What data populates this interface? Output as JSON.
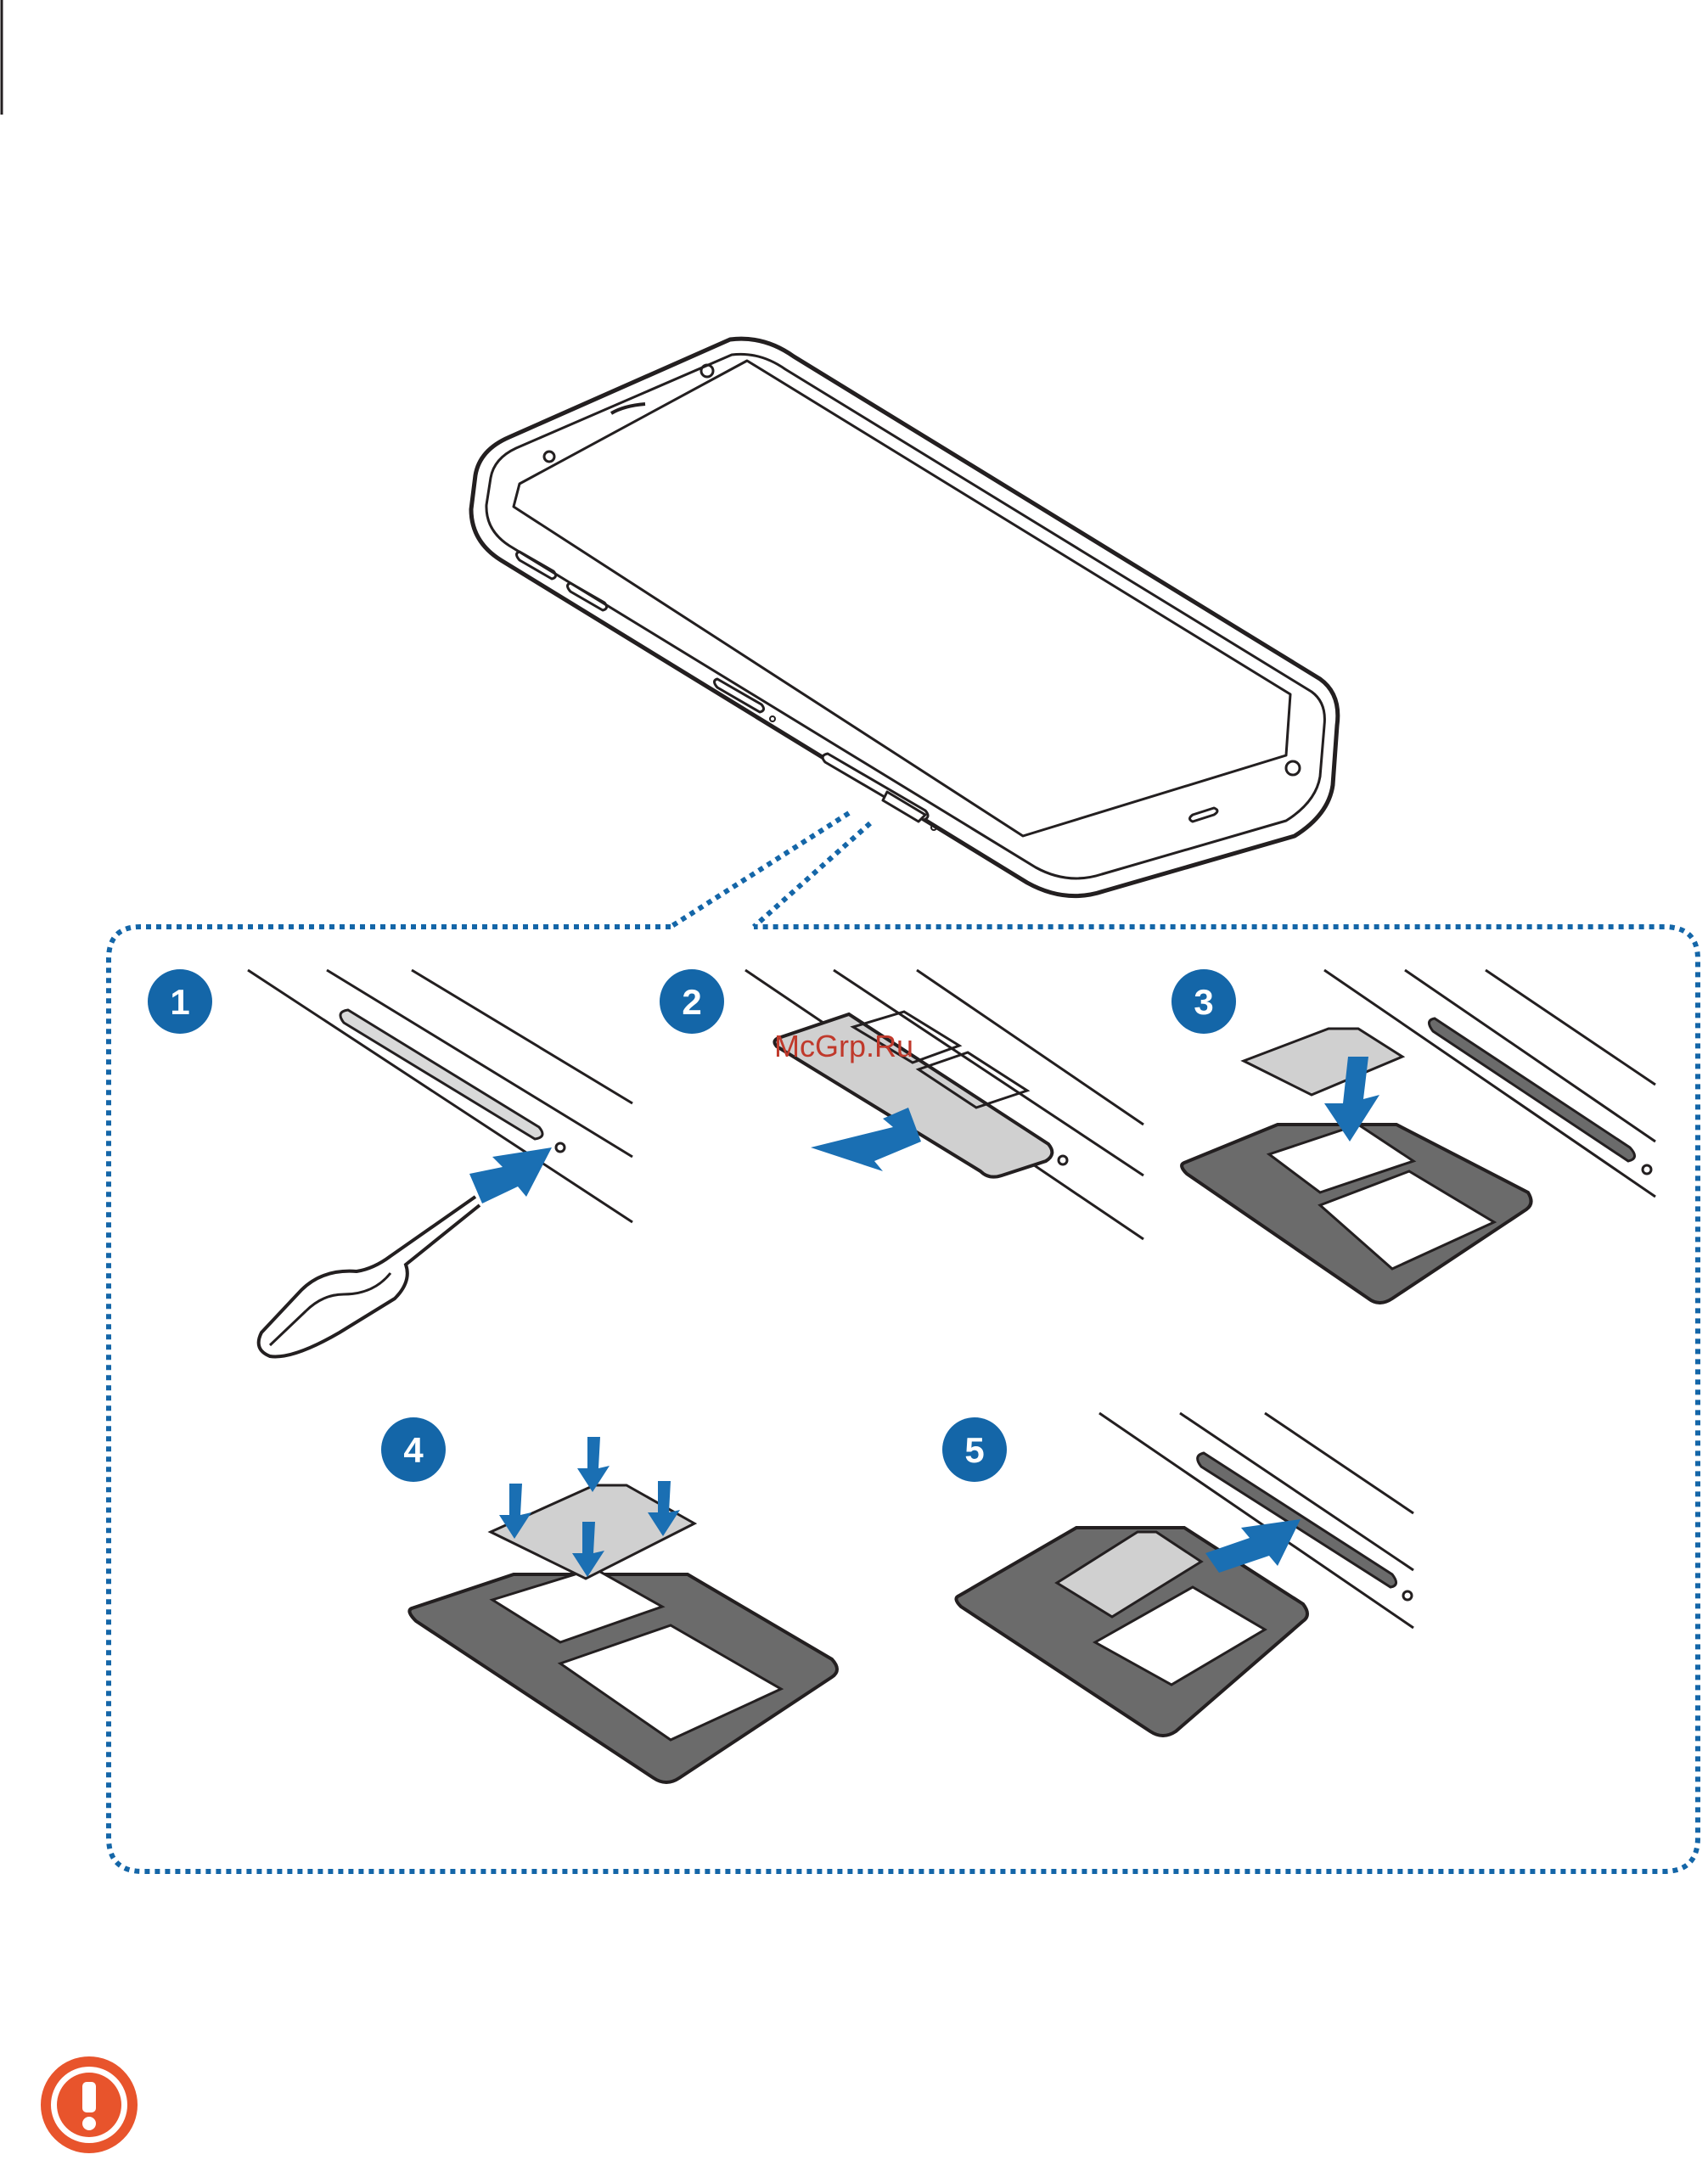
{
  "watermark": "McGrp.Ru",
  "steps": [
    {
      "number": "1"
    },
    {
      "number": "2"
    },
    {
      "number": "3"
    },
    {
      "number": "4"
    },
    {
      "number": "5"
    }
  ],
  "icons": {
    "sim_pin": "sim-ejection-pin-icon",
    "caution": "caution-exclamation-icon"
  },
  "colors": {
    "step_badge": "#1466a8",
    "arrow": "#1a6fb3",
    "dotted_frame": "#1466a8",
    "caution": "#e8542c",
    "outline": "#231f20",
    "tray": "#6b6b6b",
    "card": "#d0d0d0"
  }
}
